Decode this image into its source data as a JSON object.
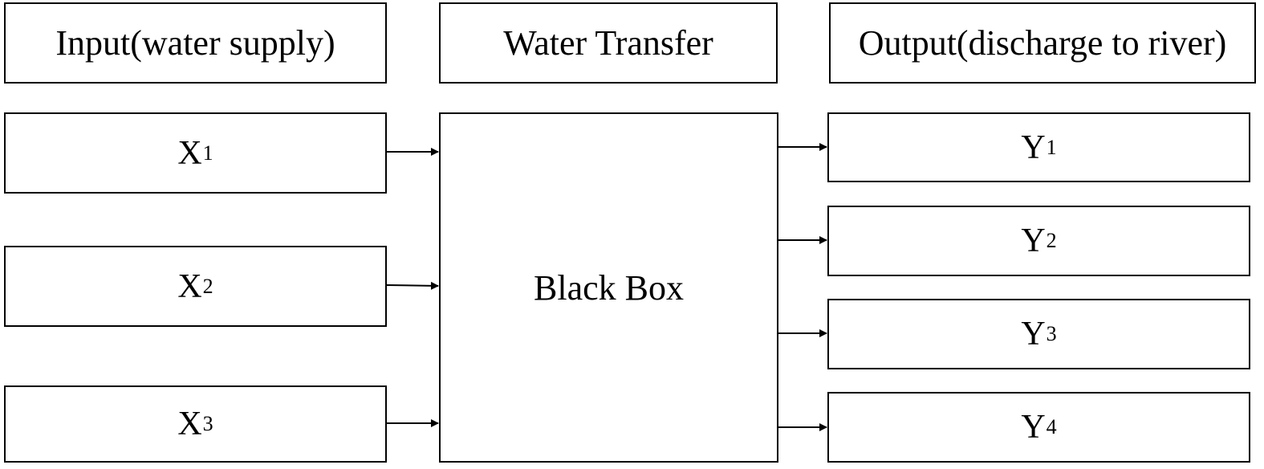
{
  "headers": {
    "input": "Input(water supply)",
    "transfer": "Water Transfer",
    "output": "Output(discharge to river)"
  },
  "center": {
    "label": "Black Box"
  },
  "inputs": [
    {
      "symbol": "X",
      "index": "1"
    },
    {
      "symbol": "X",
      "index": "2"
    },
    {
      "symbol": "X",
      "index": "3"
    }
  ],
  "outputs": [
    {
      "symbol": "Y",
      "index": "1"
    },
    {
      "symbol": "Y",
      "index": "2"
    },
    {
      "symbol": "Y",
      "index": "3"
    },
    {
      "symbol": "Y",
      "index": "4"
    }
  ],
  "colors": {
    "stroke": "#000000",
    "background": "#ffffff"
  }
}
